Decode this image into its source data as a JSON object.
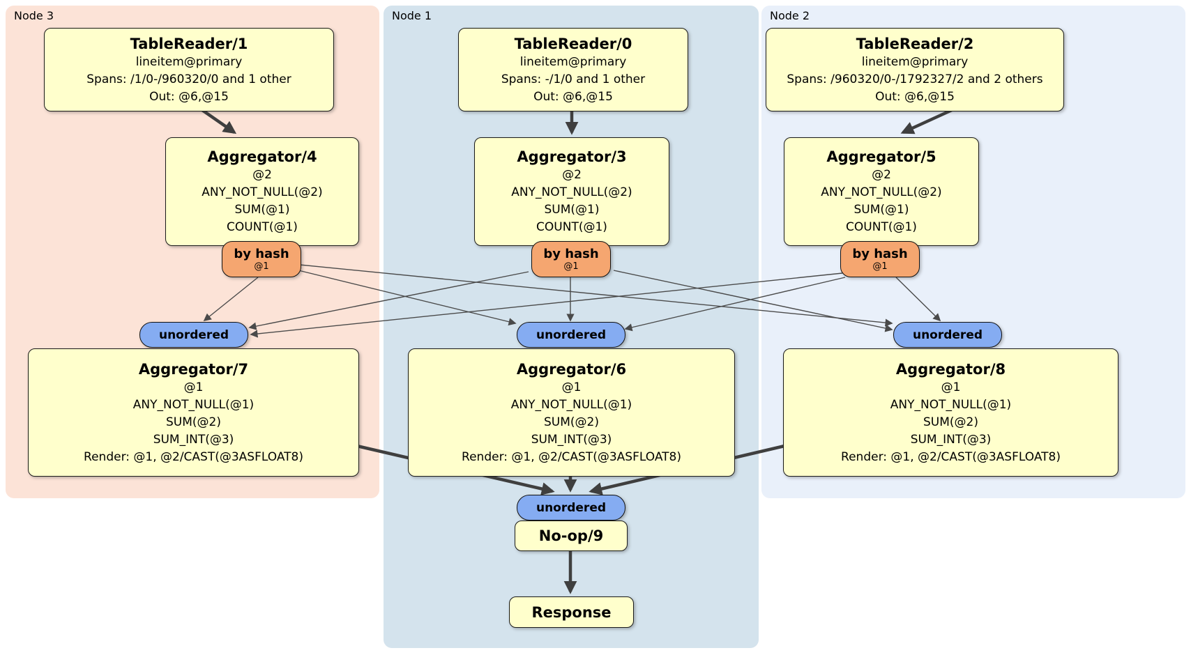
{
  "panels": {
    "node3": {
      "label": "Node 3"
    },
    "node1": {
      "label": "Node 1"
    },
    "node2": {
      "label": "Node 2"
    }
  },
  "processors": {
    "tr1": {
      "title": "TableReader/1",
      "lines": [
        "lineitem@primary",
        "Spans: /1/0-/960320/0 and 1 other",
        "Out: @6,@15"
      ]
    },
    "tr0": {
      "title": "TableReader/0",
      "lines": [
        "lineitem@primary",
        "Spans: -/1/0 and 1 other",
        "Out: @6,@15"
      ]
    },
    "tr2": {
      "title": "TableReader/2",
      "lines": [
        "lineitem@primary",
        "Spans: /960320/0-/1792327/2 and 2 others",
        "Out: @6,@15"
      ]
    },
    "agg4": {
      "title": "Aggregator/4",
      "lines": [
        "@2",
        "ANY_NOT_NULL(@2)",
        "SUM(@1)",
        "COUNT(@1)"
      ]
    },
    "agg3": {
      "title": "Aggregator/3",
      "lines": [
        "@2",
        "ANY_NOT_NULL(@2)",
        "SUM(@1)",
        "COUNT(@1)"
      ]
    },
    "agg5": {
      "title": "Aggregator/5",
      "lines": [
        "@2",
        "ANY_NOT_NULL(@2)",
        "SUM(@1)",
        "COUNT(@1)"
      ]
    },
    "agg7": {
      "title": "Aggregator/7",
      "lines": [
        "@1",
        "ANY_NOT_NULL(@1)",
        "SUM(@2)",
        "SUM_INT(@3)",
        "Render: @1, @2/CAST(@3ASFLOAT8)"
      ]
    },
    "agg6": {
      "title": "Aggregator/6",
      "lines": [
        "@1",
        "ANY_NOT_NULL(@1)",
        "SUM(@2)",
        "SUM_INT(@3)",
        "Render: @1, @2/CAST(@3ASFLOAT8)"
      ]
    },
    "agg8": {
      "title": "Aggregator/8",
      "lines": [
        "@1",
        "ANY_NOT_NULL(@1)",
        "SUM(@2)",
        "SUM_INT(@3)",
        "Render: @1, @2/CAST(@3ASFLOAT8)"
      ]
    },
    "noop9": {
      "title": "No-op/9"
    },
    "response": {
      "title": "Response"
    }
  },
  "routers": {
    "byhash4": {
      "label": "by hash",
      "column": "@1"
    },
    "byhash3": {
      "label": "by hash",
      "column": "@1"
    },
    "byhash5": {
      "label": "by hash",
      "column": "@1"
    }
  },
  "syncs": {
    "left": {
      "label": "unordered"
    },
    "middle": {
      "label": "unordered"
    },
    "right": {
      "label": "unordered"
    },
    "final": {
      "label": "unordered"
    }
  },
  "colors": {
    "panel-node3": "#fce3d7",
    "panel-node1": "#d4e3ed",
    "panel-node2": "#e9f0fa",
    "box-fill": "#ffffcc",
    "box-border": "#1a1a1a",
    "router-fill": "#f5a670",
    "sync-fill": "#85acf2",
    "edge-color": "#3f3f3f"
  }
}
